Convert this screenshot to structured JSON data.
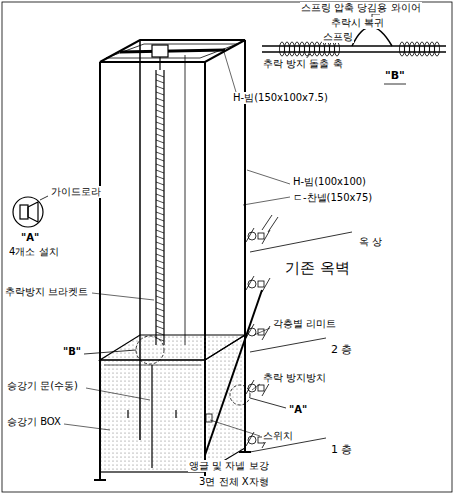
{
  "diagram": {
    "labels": [
      "스프링 압축 당김용 와이어",
      "추락시 복귀",
      "스프링",
      "추락 방지 돌출 축",
      "\"B\"",
      "H-빔(150x100x7.5)",
      "가이드로라",
      "\"A\"",
      "4개소 설치",
      "H-빔(100x100)",
      "ㄷ-찬넬(150x75)",
      "옥 상",
      "기존 옥벽",
      "추락방지 브라켓트",
      "각층별 리미트",
      "2 층",
      "추락 방지방치",
      "\"B\"",
      "\"A\"",
      "승강기 문(수동)",
      "스위치",
      "승강기 BOX",
      "1 층",
      "앵글 및 자넬 보강",
      "3면 전체 X자형"
    ]
  }
}
